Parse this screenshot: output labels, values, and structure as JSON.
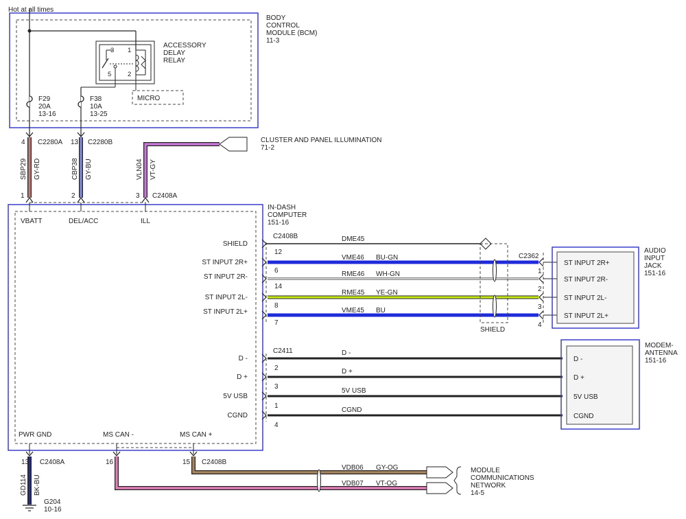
{
  "top_label": "Hot at all times",
  "bcm": {
    "title": [
      "BODY",
      "CONTROL",
      "MODULE (BCM)",
      "11-3"
    ],
    "relay": [
      "ACCESSORY",
      "DELAY",
      "RELAY"
    ],
    "relay_pins": [
      "3",
      "1",
      "5",
      "2"
    ],
    "micro": "MICRO",
    "fuse1": [
      "F29",
      "20A",
      "13-16"
    ],
    "fuse2": [
      "F38",
      "10A",
      "13-25"
    ]
  },
  "c2280a": {
    "pin": "4",
    "name": "C2280A"
  },
  "c2280b": {
    "pin": "13",
    "name": "C2280B"
  },
  "wires_top": [
    {
      "circuit": "SBP29",
      "color": "GY-RD"
    },
    {
      "circuit": "CBP38",
      "color": "GY-BU"
    },
    {
      "circuit": "VLN04",
      "color": "VT-GY"
    }
  ],
  "cluster": [
    "CLUSTER AND PANEL ILLUMINATION",
    "71-2"
  ],
  "c2408a_top": {
    "pins": [
      "1",
      "2",
      "3"
    ],
    "name": "C2408A"
  },
  "idc": {
    "title": [
      "IN-DASH",
      "COMPUTER",
      "151-16"
    ],
    "top_pins": [
      "VBATT",
      "DEL/ACC",
      "ILL"
    ],
    "right_pins": [
      "SHIELD",
      "ST INPUT 2R+",
      "ST INPUT 2R-",
      "ST INPUT 2L-",
      "ST INPUT 2L+",
      "D -",
      "D +",
      "5V USB",
      "CGND"
    ],
    "bottom_pins": [
      "PWR GND",
      "MS CAN -",
      "MS CAN +"
    ]
  },
  "c2408b": {
    "name": "C2408B",
    "pins": [
      "12",
      "6",
      "14",
      "8",
      "7"
    ]
  },
  "audio_wires": [
    {
      "circuit": "DME45",
      "color": ""
    },
    {
      "circuit": "VME46",
      "color": "BU-GN"
    },
    {
      "circuit": "RME46",
      "color": "WH-GN"
    },
    {
      "circuit": "RME45",
      "color": "YE-GN"
    },
    {
      "circuit": "VME45",
      "color": "BU"
    }
  ],
  "shield_label": "SHIELD",
  "c2362": {
    "name": "C2362",
    "pins": [
      "1",
      "2",
      "3",
      "4"
    ]
  },
  "audio_jack": {
    "title": [
      "AUDIO",
      "INPUT",
      "JACK",
      "151-16"
    ],
    "pins": [
      "ST INPUT 2R+",
      "ST INPUT 2R-",
      "ST INPUT 2L-",
      "ST INPUT 2L+"
    ]
  },
  "c2411": {
    "name": "C2411",
    "pins": [
      "2",
      "3",
      "1",
      "4"
    ]
  },
  "usb_wires": [
    "D -",
    "D +",
    "5V USB",
    "CGND"
  ],
  "modem": {
    "title": [
      "MODEM-",
      "ANTENNA",
      "151-16"
    ],
    "pins": [
      "D -",
      "D +",
      "5V USB",
      "CGND"
    ]
  },
  "bottom_conn": {
    "gnd_pin": "13",
    "gnd_conn": "C2408A",
    "can_minus_pin": "16",
    "can_plus_pin": "15",
    "can_conn": "C2408B"
  },
  "ground": {
    "circuit": "GD114",
    "color": "BK-BU",
    "name": "G204",
    "ref": "10-16"
  },
  "can_wires": [
    {
      "circuit": "VDB06",
      "color": "GY-OG"
    },
    {
      "circuit": "VDB07",
      "color": "VT-OG"
    }
  ],
  "network": [
    "MODULE",
    "COMMUNICATIONS",
    "NETWORK",
    "14-5"
  ],
  "colors": {
    "blue_wire": "#1f2bd8",
    "yellow_green": "#c9ea1a",
    "module_border": "#3a3fc9",
    "gy_rd": "#c07f7a",
    "gy_bu": "#7f86d6",
    "vt_gy": "#c77ad6",
    "vt_og": "#e07fb8",
    "gy_og": "#a88660"
  }
}
